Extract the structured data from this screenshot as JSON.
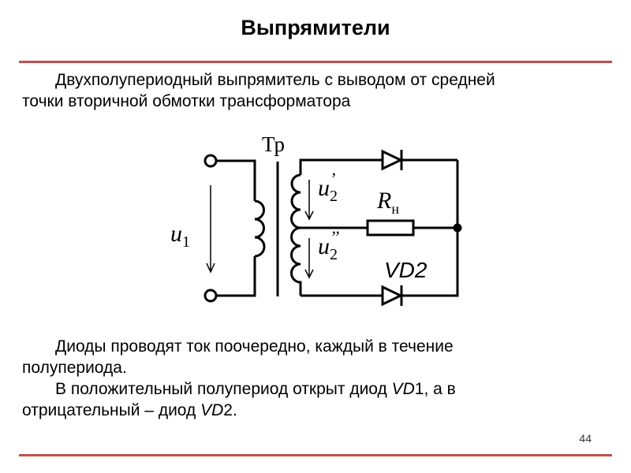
{
  "title": "Выпрямители",
  "intro": {
    "line1": "Двухполупериодный выпрямитель с выводом от средней",
    "line2": "точки вторичной обмотки трансформатора"
  },
  "circuit": {
    "transformer": "Тр",
    "u1": "u",
    "u1_sub": "1",
    "u2a": "u",
    "u2a_sub": "2",
    "u2a_mark": "’",
    "u2b": "u",
    "u2b_sub": "2",
    "u2b_mark": "’’",
    "load": "R",
    "load_sub": "н",
    "diode": "VD2"
  },
  "body": {
    "p1a": "Диоды проводят ток поочередно, каждый в течение",
    "p1b": "полупериода.",
    "p2a": "В положительный полупериод открыт диод ",
    "p2a_i": "VD",
    "p2a_n": "1, а в",
    "p2b": "отрицательный – диод ",
    "p2b_i": "VD",
    "p2b_n": "2."
  },
  "page_number": "44",
  "colors": {
    "accent": "#c0504d"
  }
}
